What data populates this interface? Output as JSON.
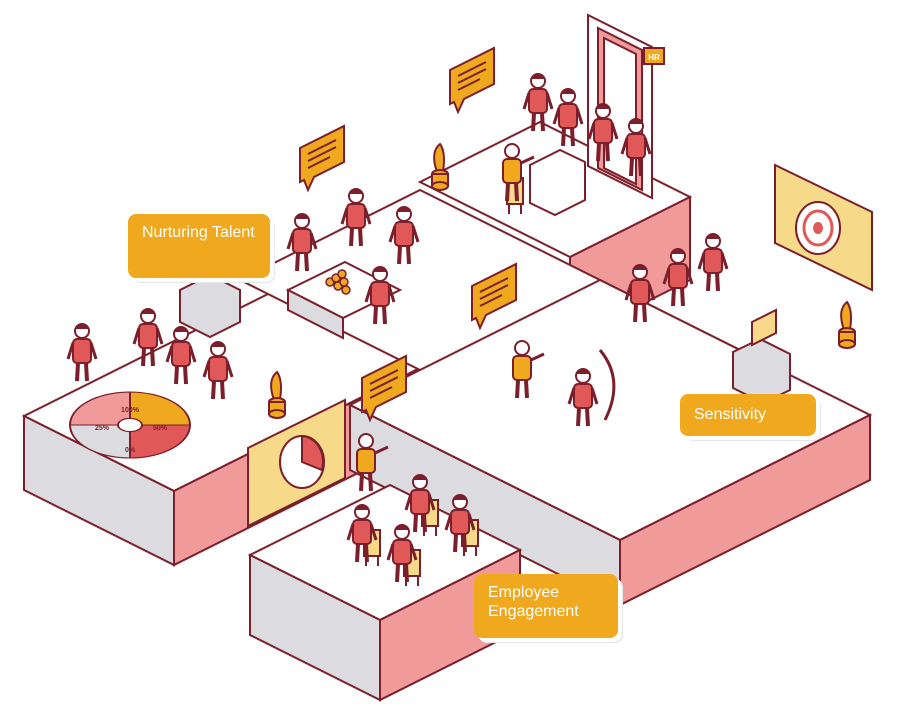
{
  "labels": {
    "nurturing_talent": "Nurturing Talent",
    "sensitivity": "Sensitivity",
    "employee_engagement": "Employee Engagement"
  },
  "pie_chart": {
    "values": [
      "100%",
      "50%",
      "0%",
      "25%"
    ]
  },
  "door_sign": "HR",
  "colors": {
    "accent": "#f0a81f",
    "primary": "#e05858",
    "dark": "#7a1f2b",
    "platform_top": "#ffffff",
    "platform_side": "#dcdce0",
    "platform_side_pink": "#f09a9a"
  }
}
